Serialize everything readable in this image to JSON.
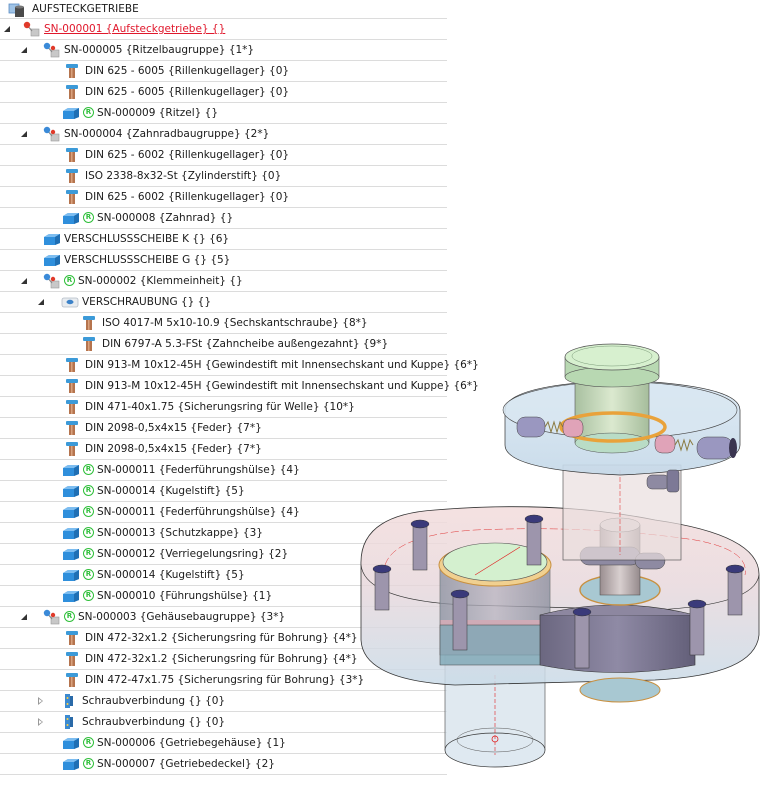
{
  "tree": {
    "rows": [
      {
        "depth": 0,
        "icon": "model-root-icon",
        "expander": "none",
        "label": "AUFSTECKGETRIEBE",
        "released": false,
        "style": "header"
      },
      {
        "depth": 0,
        "icon": "assembly-red-icon",
        "expander": "open",
        "label": "SN-000001 {Aufsteckgetriebe} {}",
        "released": false,
        "style": "root"
      },
      {
        "depth": 1,
        "icon": "assembly-blue-icon",
        "expander": "open",
        "label": "SN-000005 {Ritzelbaugruppe} {1*}",
        "released": false
      },
      {
        "depth": 2,
        "icon": "standard-part-icon",
        "expander": "none",
        "label": "DIN 625 - 6005 {Rillenkugellager} {0}",
        "released": false
      },
      {
        "depth": 2,
        "icon": "standard-part-icon",
        "expander": "none",
        "label": "DIN 625 - 6005 {Rillenkugellager} {0}",
        "released": false
      },
      {
        "depth": 2,
        "icon": "part-block-icon",
        "expander": "none",
        "label": "SN-000009 {Ritzel} {}",
        "released": true
      },
      {
        "depth": 1,
        "icon": "assembly-blue-icon",
        "expander": "open",
        "label": "SN-000004 {Zahnradbaugruppe} {2*}",
        "released": false
      },
      {
        "depth": 2,
        "icon": "standard-part-icon",
        "expander": "none",
        "label": "DIN 625 - 6002 {Rillenkugellager} {0}",
        "released": false
      },
      {
        "depth": 2,
        "icon": "standard-part-icon",
        "expander": "none",
        "label": "ISO 2338-8x32-St {Zylinderstift} {0}",
        "released": false
      },
      {
        "depth": 2,
        "icon": "standard-part-icon",
        "expander": "none",
        "label": "DIN 625 - 6002 {Rillenkugellager} {0}",
        "released": false
      },
      {
        "depth": 2,
        "icon": "part-block-icon",
        "expander": "none",
        "label": "SN-000008 {Zahnrad} {}",
        "released": true
      },
      {
        "depth": 1,
        "icon": "part-block-icon",
        "expander": "none",
        "label": "VERSCHLUSSSCHEIBE K {} {6}",
        "released": false
      },
      {
        "depth": 1,
        "icon": "part-block-icon",
        "expander": "none",
        "label": " VERSCHLUSSSCHEIBE G {} {5}",
        "released": false
      },
      {
        "depth": 1,
        "icon": "assembly-blue-icon",
        "expander": "open",
        "label": "SN-000002 {Klemmeinheit} {}",
        "released": true
      },
      {
        "depth": 2,
        "icon": "bolted-joint-group-icon",
        "expander": "open",
        "label": "VERSCHRAUBUNG {} {}",
        "released": false
      },
      {
        "depth": 3,
        "icon": "standard-part-icon",
        "expander": "none",
        "label": "ISO 4017-M 5x10-10.9 {Sechskantschraube} {8*}",
        "released": false
      },
      {
        "depth": 3,
        "icon": "standard-part-icon",
        "expander": "none",
        "label": "DIN 6797-A 5.3-FSt {Zahncheibe außengezahnt} {9*}",
        "released": false
      },
      {
        "depth": 2,
        "icon": "standard-part-icon",
        "expander": "none",
        "label": "DIN 913-M 10x12-45H {Gewindestift mit Innensechskant und Kuppe} {6*}",
        "released": false
      },
      {
        "depth": 2,
        "icon": "standard-part-icon",
        "expander": "none",
        "label": "DIN 913-M 10x12-45H {Gewindestift mit Innensechskant und Kuppe} {6*}",
        "released": false
      },
      {
        "depth": 2,
        "icon": "standard-part-icon",
        "expander": "none",
        "label": "DIN 471-40x1.75 {Sicherungsring für Welle} {10*}",
        "released": false
      },
      {
        "depth": 2,
        "icon": "standard-part-icon",
        "expander": "none",
        "label": "DIN 2098-0,5x4x15 {Feder} {7*}",
        "released": false
      },
      {
        "depth": 2,
        "icon": "standard-part-icon",
        "expander": "none",
        "label": "DIN 2098-0,5x4x15 {Feder} {7*}",
        "released": false
      },
      {
        "depth": 2,
        "icon": "part-block-icon",
        "expander": "none",
        "label": "SN-000011 {Federführungshülse} {4}",
        "released": true
      },
      {
        "depth": 2,
        "icon": "part-block-icon",
        "expander": "none",
        "label": "SN-000014 {Kugelstift} {5}",
        "released": true
      },
      {
        "depth": 2,
        "icon": "part-block-icon",
        "expander": "none",
        "label": "SN-000011 {Federführungshülse} {4}",
        "released": true
      },
      {
        "depth": 2,
        "icon": "part-block-icon",
        "expander": "none",
        "label": "SN-000013 {Schutzkappe} {3}",
        "released": true
      },
      {
        "depth": 2,
        "icon": "part-block-icon",
        "expander": "none",
        "label": "SN-000012 {Verriegelungsring} {2}",
        "released": true
      },
      {
        "depth": 2,
        "icon": "part-block-icon",
        "expander": "none",
        "label": "SN-000014 {Kugelstift} {5}",
        "released": true
      },
      {
        "depth": 2,
        "icon": "part-block-icon",
        "expander": "none",
        "label": "SN-000010 {Führungshülse} {1}",
        "released": true
      },
      {
        "depth": 1,
        "icon": "assembly-blue-icon",
        "expander": "open",
        "label": "SN-000003 {Gehäusebaugruppe} {3*}",
        "released": true
      },
      {
        "depth": 2,
        "icon": "standard-part-icon",
        "expander": "none",
        "label": "DIN 472-32x1.2 {Sicherungsring für Bohrung} {4*}",
        "released": false
      },
      {
        "depth": 2,
        "icon": "standard-part-icon",
        "expander": "none",
        "label": "DIN 472-32x1.2 {Sicherungsring für Bohrung} {4*}",
        "released": false
      },
      {
        "depth": 2,
        "icon": "standard-part-icon",
        "expander": "none",
        "label": "DIN 472-47x1.75 {Sicherungsring für Bohrung} {3*}",
        "released": false
      },
      {
        "depth": 2,
        "icon": "screw-connection-icon",
        "expander": "closed",
        "label": "Schraubverbindung {} {0}",
        "released": false
      },
      {
        "depth": 2,
        "icon": "screw-connection-icon",
        "expander": "closed",
        "label": "Schraubverbindung {} {0}",
        "released": false
      },
      {
        "depth": 2,
        "icon": "part-block-icon",
        "expander": "none",
        "label": "SN-000006 {Getriebegehäuse} {1}",
        "released": true
      },
      {
        "depth": 2,
        "icon": "part-block-icon",
        "expander": "none",
        "label": "SN-000007 {Getriebedeckel} {2}",
        "released": true
      }
    ]
  },
  "badges": {
    "released_symbol": "R"
  },
  "colors": {
    "root_label": "#e0182c",
    "released_badge": "#2fbf3a",
    "part_block": "#2f8fdc",
    "standard_part_head": "#3c9ad8",
    "standard_part_shank": "#b5744e"
  },
  "viewport": {
    "content": "3D model of Aufsteckgetriebe (transparent gearbox assembly)"
  }
}
